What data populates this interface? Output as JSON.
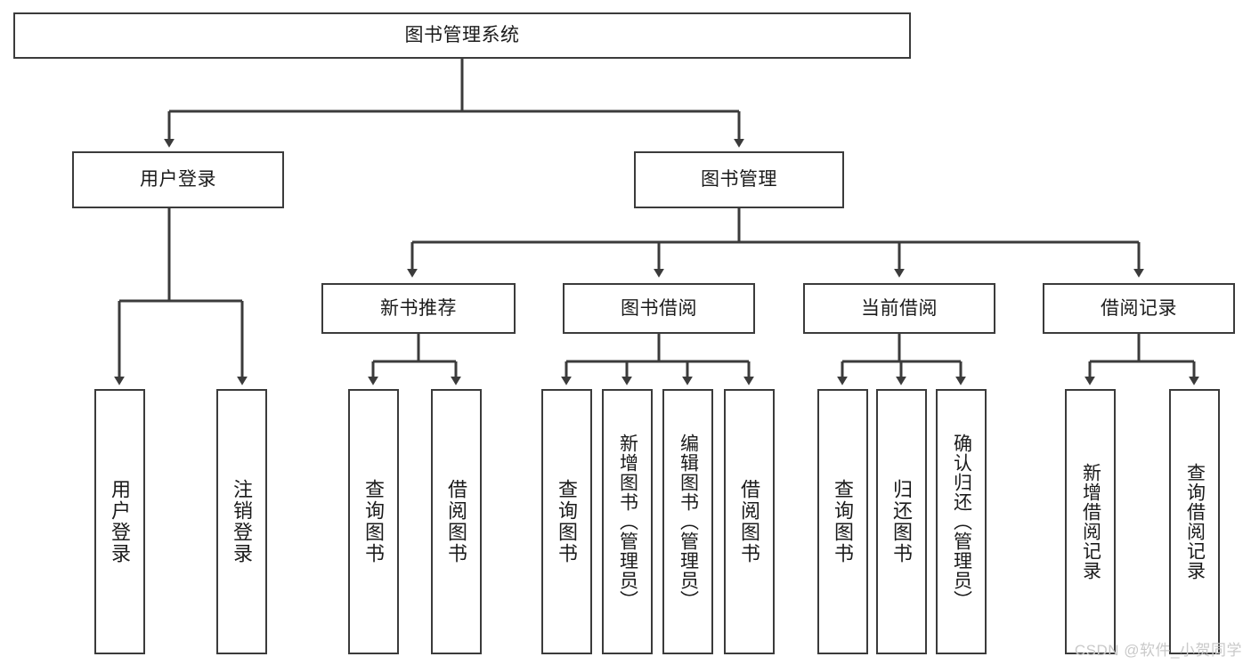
{
  "diagram": {
    "type": "tree-hierarchy-chart",
    "title_text": "图书管理系统",
    "watermark": "CSDN @软件_小贺同学",
    "colors": {
      "stroke": "#3b3b3b",
      "fill": "#ffffff",
      "text": "#1b1b1b",
      "watermark": "#c9c9c9"
    },
    "levels": {
      "root": {
        "label": "图书管理系统"
      },
      "level2": [
        {
          "id": "user-login",
          "label": "用户登录"
        },
        {
          "id": "book-management",
          "label": "图书管理"
        }
      ],
      "level3": [
        {
          "id": "new-book-recommend",
          "label": "新书推荐",
          "parent": "book-management"
        },
        {
          "id": "book-borrow",
          "label": "图书借阅",
          "parent": "book-management"
        },
        {
          "id": "current-borrow",
          "label": "当前借阅",
          "parent": "book-management"
        },
        {
          "id": "borrow-record",
          "label": "借阅记录",
          "parent": "book-management"
        }
      ],
      "leaves": [
        {
          "id": "leaf-user-login",
          "label": "用户登录",
          "parent": "user-login"
        },
        {
          "id": "leaf-logout-login",
          "label": "注销登录",
          "parent": "user-login"
        },
        {
          "id": "leaf-query-book-1",
          "label": "查询图书",
          "parent": "new-book-recommend"
        },
        {
          "id": "leaf-borrow-book-1",
          "label": "借阅图书",
          "parent": "new-book-recommend"
        },
        {
          "id": "leaf-query-book-2",
          "label": "查询图书",
          "parent": "book-borrow"
        },
        {
          "id": "leaf-add-book",
          "label": "新增图书（管理员）",
          "parent": "book-borrow"
        },
        {
          "id": "leaf-edit-book",
          "label": "编辑图书（管理员）",
          "parent": "book-borrow"
        },
        {
          "id": "leaf-borrow-book-2",
          "label": "借阅图书",
          "parent": "book-borrow"
        },
        {
          "id": "leaf-query-book-3",
          "label": "查询图书",
          "parent": "current-borrow"
        },
        {
          "id": "leaf-return-book",
          "label": "归还图书",
          "parent": "current-borrow"
        },
        {
          "id": "leaf-confirm-return",
          "label": "确认归还（管理员）",
          "parent": "current-borrow"
        },
        {
          "id": "leaf-add-record",
          "label": "新增借阅记录",
          "parent": "borrow-record"
        },
        {
          "id": "leaf-query-record",
          "label": "查询借阅记录",
          "parent": "borrow-record"
        }
      ]
    }
  }
}
